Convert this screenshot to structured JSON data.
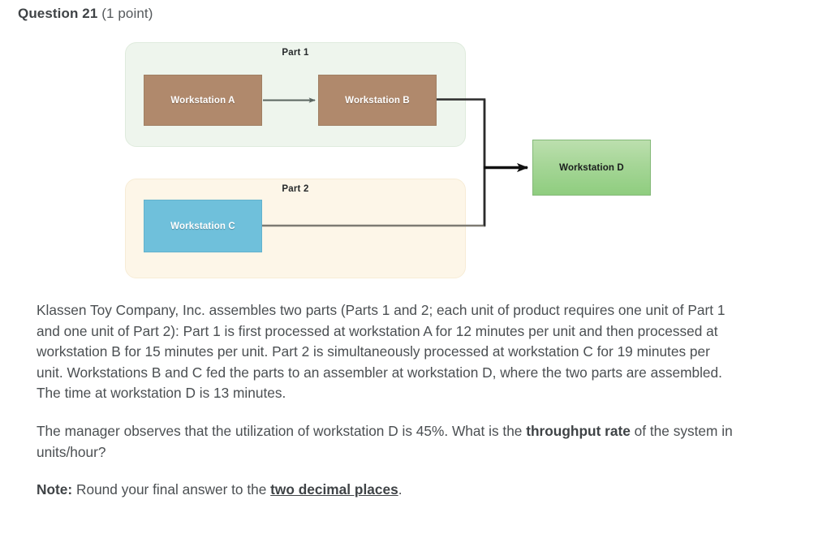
{
  "header": {
    "question_label": "Question 21",
    "points": "(1 point)"
  },
  "diagram": {
    "groups": [
      {
        "id": "part1",
        "label": "Part 1",
        "background": "#eef5ed",
        "border": "#dfebdd"
      },
      {
        "id": "part2",
        "label": "Part 2",
        "background": "#fdf6e8",
        "border": "#f7ecd6"
      }
    ],
    "nodes": [
      {
        "id": "a",
        "label": "Workstation A",
        "color": "#b0896c",
        "text_color": "#ffffff"
      },
      {
        "id": "b",
        "label": "Workstation B",
        "color": "#b0896c",
        "text_color": "#ffffff"
      },
      {
        "id": "c",
        "label": "Workstation C",
        "color": "#6fc0db",
        "text_color": "#ffffff"
      },
      {
        "id": "d",
        "label": "Workstation D",
        "color": "#a6d697",
        "text_color": "#1a1c1d"
      }
    ],
    "connectors": [
      {
        "id": "a-to-b",
        "from": "a",
        "to": "b",
        "color": "#5a6560",
        "style": "thin-arrow"
      },
      {
        "id": "b-to-junction",
        "from": "b",
        "to": "junction",
        "color": "#2b2b2b",
        "style": "elbow"
      },
      {
        "id": "c-to-junction",
        "from": "c",
        "to": "junction",
        "color": "#7d7a72",
        "style": "straight"
      },
      {
        "id": "junction-to-d",
        "from": "junction",
        "to": "d",
        "color": "#111111",
        "style": "thick-arrow"
      }
    ]
  },
  "question": {
    "paragraph1_parts": [
      "Klassen Toy Company, Inc. assembles two parts (Parts 1 and 2; each unit of product requires one unit of Part 1 and one unit of Part 2): Part 1 is first processed at workstation A for 12 minutes per unit and then processed at workstation B for 15 minutes per unit. Part 2 is simultaneously processed at workstation C for 19 minutes per unit. Workstations B and C fed the parts to an assembler at workstation D, where the two parts are assembled. The time at workstation D is 13 minutes."
    ],
    "paragraph2_lead": "The manager observes that the utilization of workstation D is 45%. What is the ",
    "paragraph2_bold": "throughput rate",
    "paragraph2_tail": " of the system in units/hour?",
    "note_label": "Note:",
    "note_lead": " Round your final answer to the ",
    "note_bold": "two decimal places",
    "note_tail": "."
  }
}
